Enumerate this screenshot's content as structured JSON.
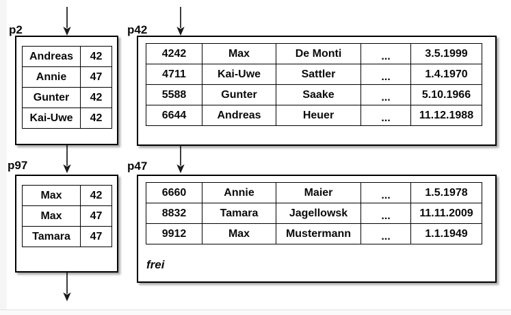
{
  "pages": {
    "p2": {
      "label": "p2",
      "kind": "index-page",
      "rows": [
        [
          "Andreas",
          "42"
        ],
        [
          "Annie",
          "47"
        ],
        [
          "Gunter",
          "42"
        ],
        [
          "Kai-Uwe",
          "42"
        ]
      ]
    },
    "p42": {
      "label": "p42",
      "kind": "data-page",
      "rows": [
        [
          "4242",
          "Max",
          "De Monti",
          "...",
          "3.5.1999"
        ],
        [
          "4711",
          "Kai-Uwe",
          "Sattler",
          "...",
          "1.4.1970"
        ],
        [
          "5588",
          "Gunter",
          "Saake",
          "...",
          "5.10.1966"
        ],
        [
          "6644",
          "Andreas",
          "Heuer",
          "...",
          "11.12.1988"
        ]
      ]
    },
    "p97": {
      "label": "p97",
      "kind": "index-page",
      "rows": [
        [
          "Max",
          "42"
        ],
        [
          "Max",
          "47"
        ],
        [
          "Tamara",
          "47"
        ]
      ]
    },
    "p47": {
      "label": "p47",
      "kind": "data-page",
      "rows": [
        [
          "6660",
          "Annie",
          "Maier",
          "...",
          "1.5.1978"
        ],
        [
          "8832",
          "Tamara",
          "Jagellowsk",
          "...",
          "11.11.2009"
        ],
        [
          "9912",
          "Max",
          "Mustermann",
          "...",
          "1.1.1949"
        ]
      ],
      "free_label": "frei"
    }
  },
  "colors": {
    "line": "#000000",
    "text": "#0a0a0a",
    "page_background": "#ffffff",
    "edge_strip": "#f5f5f5",
    "shadow": "rgba(0,0,0,0.35)"
  }
}
